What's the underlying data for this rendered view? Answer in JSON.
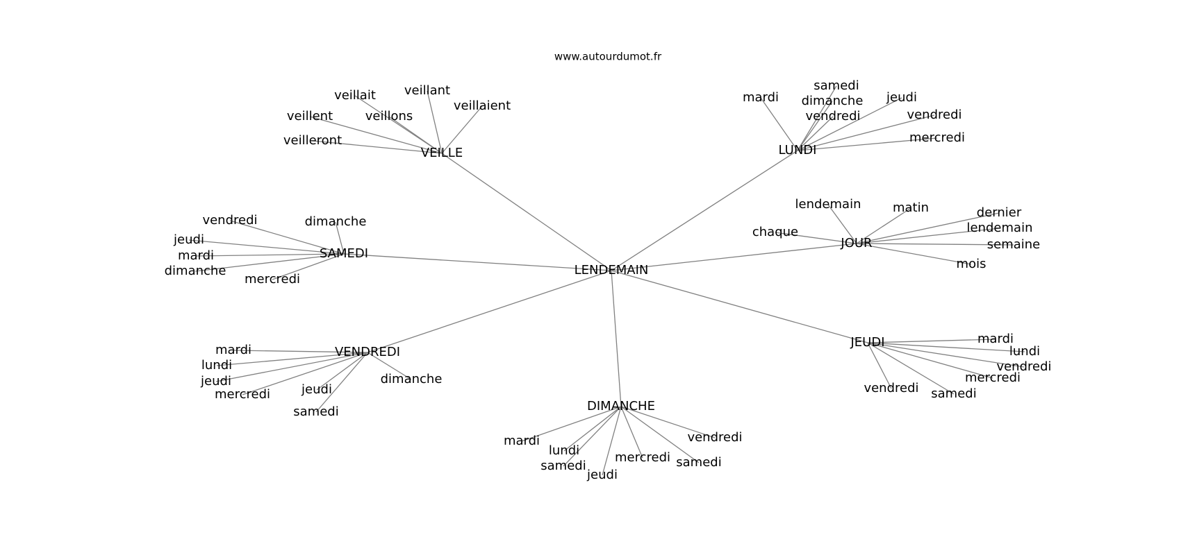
{
  "source": "www.autourdumot.fr",
  "center": "LENDEMAIN",
  "groups": [
    {
      "label": "VEILLE",
      "words": [
        "veillait",
        "veillant",
        "veillaient",
        "veillent",
        "veillons",
        "veilleront"
      ]
    },
    {
      "label": "LUNDI",
      "words": [
        "mardi",
        "samedi",
        "dimanche",
        "jeudi",
        "vendredi",
        "vendredi",
        "mercredi"
      ]
    },
    {
      "label": "SAMEDI",
      "words": [
        "vendredi",
        "dimanche",
        "jeudi",
        "mardi",
        "dimanche",
        "mercredi"
      ]
    },
    {
      "label": "JOUR",
      "words": [
        "lendemain",
        "matin",
        "dernier",
        "lendemain",
        "chaque",
        "semaine",
        "mois"
      ]
    },
    {
      "label": "VENDREDI",
      "words": [
        "mardi",
        "lundi",
        "jeudi",
        "mercredi",
        "jeudi",
        "dimanche",
        "samedi"
      ]
    },
    {
      "label": "JEUDI",
      "words": [
        "mardi",
        "lundi",
        "vendredi",
        "mercredi",
        "vendredi",
        "samedi"
      ]
    },
    {
      "label": "DIMANCHE",
      "words": [
        "mardi",
        "lundi",
        "samedi",
        "jeudi",
        "mercredi",
        "samedi",
        "vendredi"
      ]
    }
  ]
}
